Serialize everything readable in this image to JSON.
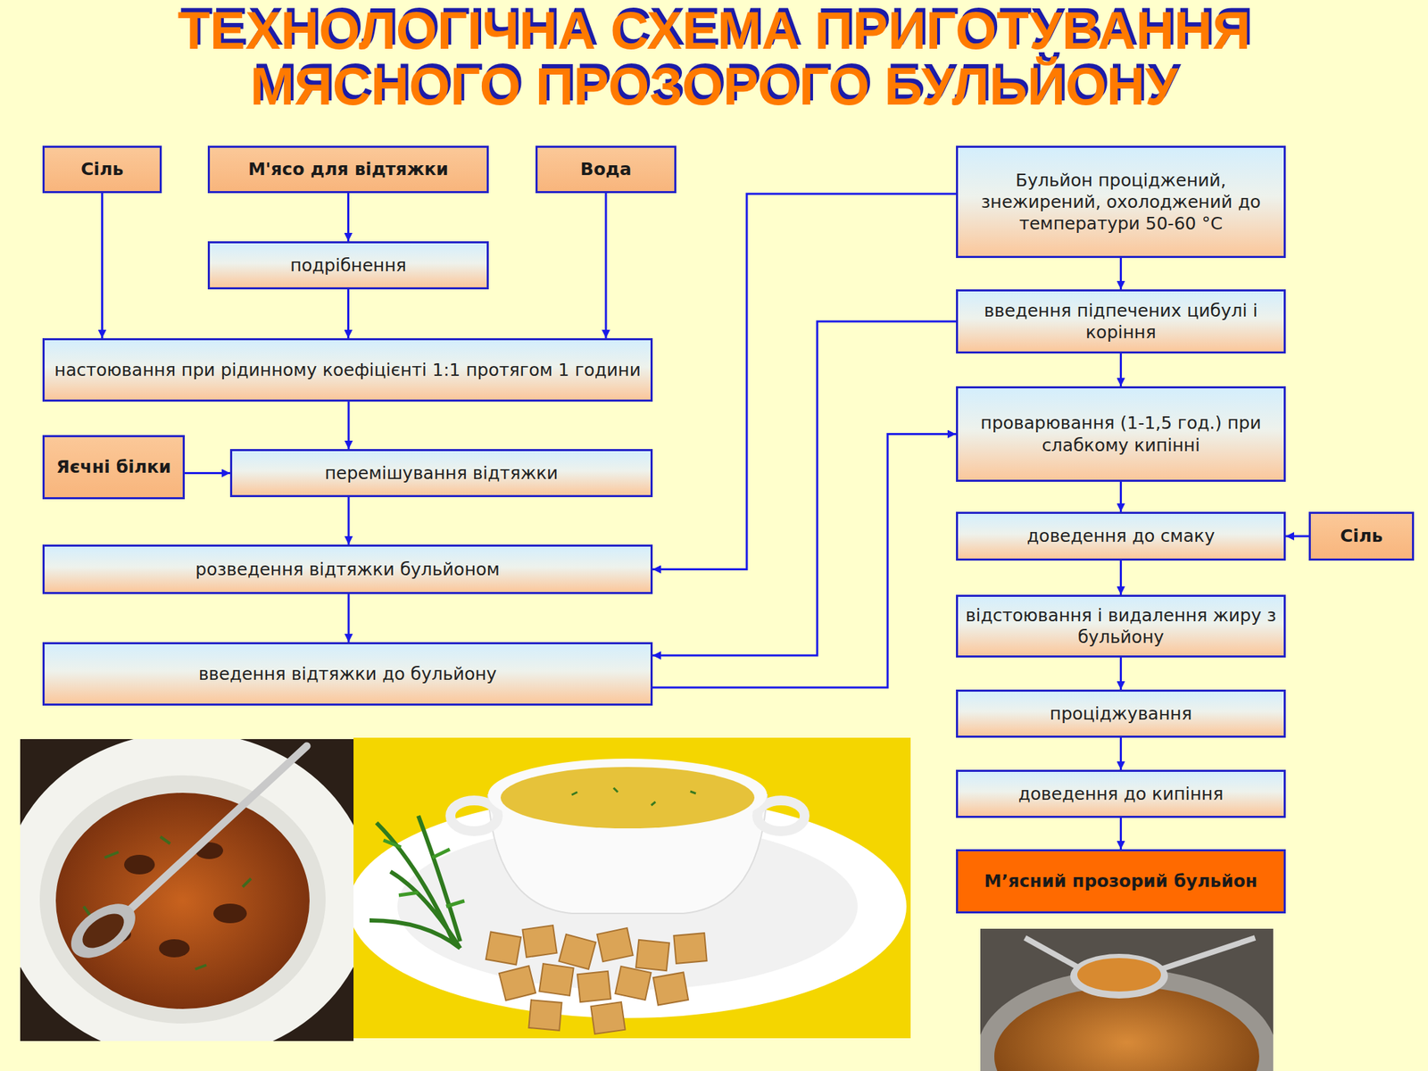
{
  "diagram": {
    "title": "ТЕХНОЛОГІЧНА СХЕМА ПРИГОТУВАННЯ МЯСНОГО ПРОЗОРОГО БУЛЬЙОНУ",
    "nodes": [
      {
        "text": [
          "Сіль"
        ]
      },
      {
        "text": [
          "М'ясо для відтяжки"
        ]
      },
      {
        "text": [
          "Вода"
        ]
      },
      {
        "text": [
          "подрібнення"
        ]
      },
      {
        "text": [
          "настоювання при рідинному коефіцієнті 1:1 протягом 1 години"
        ]
      },
      {
        "text": [
          "Яєчні білки"
        ]
      },
      {
        "text": [
          "перемішування відтяжки"
        ]
      },
      {
        "text": [
          "розведення відтяжки бульйоном"
        ]
      },
      {
        "text": [
          "введення відтяжки до бульйону"
        ]
      },
      {
        "text": [
          "Бульйон проціджений, знежирений, охолоджений до температури 50-60 °С"
        ]
      },
      {
        "text": [
          "введення підпечених цибулі і коріння"
        ]
      },
      {
        "text": [
          "проварювання (1-1,5 год.) при слабкому кипінні"
        ]
      },
      {
        "text": [
          "доведення до смаку"
        ]
      },
      {
        "text": [
          "Сіль"
        ]
      },
      {
        "text": [
          "відстоювання і видалення жиру з бульйону"
        ]
      },
      {
        "text": [
          "проціджування"
        ]
      },
      {
        "text": [
          "доведення до кипіння"
        ]
      },
      {
        "text": [
          "М’ясний прозорий бульйон"
        ]
      }
    ],
    "edges": [
      {
        "from": 1,
        "to": 3,
        "arrow": "to"
      },
      {
        "from": 3,
        "to": 4,
        "arrow": "to"
      },
      {
        "from": 0,
        "to": 4,
        "arrow": "to"
      },
      {
        "from": 2,
        "to": 4,
        "arrow": "to"
      },
      {
        "from": 4,
        "to": 6,
        "arrow": "to"
      },
      {
        "from": 5,
        "to": 6,
        "arrow": "to"
      },
      {
        "from": 6,
        "to": 7,
        "arrow": "to"
      },
      {
        "from": 7,
        "to": 8,
        "arrow": "to"
      },
      {
        "from": 9,
        "to": 7,
        "arrow": "to"
      },
      {
        "from": 9,
        "to": 10,
        "arrow": "to"
      },
      {
        "from": 10,
        "to": 8,
        "arrow": "to"
      },
      {
        "from": 10,
        "to": 11,
        "arrow": "to"
      },
      {
        "from": 8,
        "to": 11,
        "arrow": "to"
      },
      {
        "from": 11,
        "to": 12,
        "arrow": "to"
      },
      {
        "from": 13,
        "to": 12,
        "arrow": "to"
      },
      {
        "from": 12,
        "to": 14,
        "arrow": "to"
      },
      {
        "from": 14,
        "to": 15,
        "arrow": "to"
      },
      {
        "from": 15,
        "to": 16,
        "arrow": "to"
      },
      {
        "from": 16,
        "to": 17,
        "arrow": "to"
      }
    ]
  }
}
